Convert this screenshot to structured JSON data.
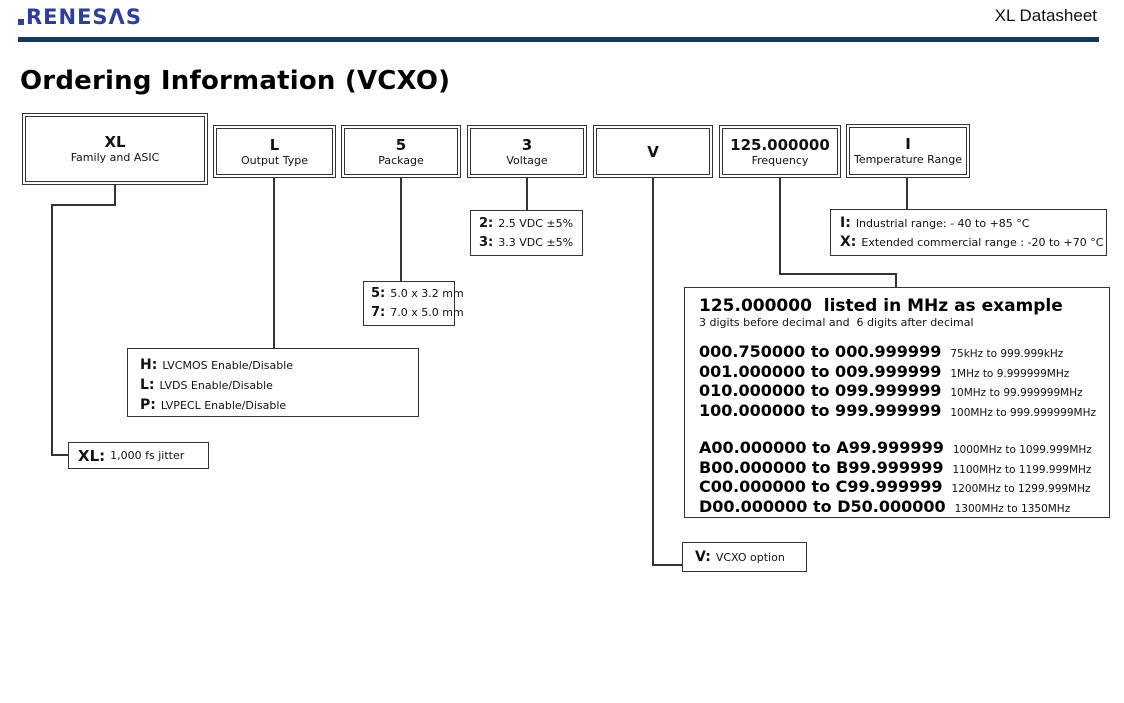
{
  "header": {
    "logo_text": "RENESΛS",
    "doc_title": "XL Datasheet"
  },
  "page_title": "Ordering Information (VCXO)",
  "part_fields": [
    {
      "code": "XL",
      "label": "Family and ASIC"
    },
    {
      "code": "L",
      "label": "Output Type"
    },
    {
      "code": "5",
      "label": "Package"
    },
    {
      "code": "3",
      "label": "Voltage"
    },
    {
      "code": "V",
      "label": ""
    },
    {
      "code": "125.000000",
      "label": "Frequency"
    },
    {
      "code": "I",
      "label": "Temperature Range"
    }
  ],
  "callouts": {
    "family": {
      "key": "XL:",
      "text": "1,000 fs jitter"
    },
    "output_type": {
      "items": [
        {
          "key": "H:",
          "text": "LVCMOS Enable/Disable"
        },
        {
          "key": "L:",
          "text": "LVDS Enable/Disable"
        },
        {
          "key": "P:",
          "text": "LVPECL Enable/Disable"
        }
      ]
    },
    "package": {
      "items": [
        {
          "key": "5:",
          "text": "5.0 x 3.2 mm"
        },
        {
          "key": "7:",
          "text": "7.0 x 5.0 mm"
        }
      ]
    },
    "voltage": {
      "items": [
        {
          "key": "2:",
          "text": "2.5 VDC ±5%"
        },
        {
          "key": "3:",
          "text": "3.3 VDC ±5%"
        }
      ]
    },
    "vcxo": {
      "key": "V:",
      "text": "VCXO option"
    },
    "temperature": {
      "items": [
        {
          "key": "I:",
          "text": "Industrial range: - 40 to +85 °C"
        },
        {
          "key": "X:",
          "text": "Extended commercial range : -20 to +70 °C"
        }
      ]
    },
    "frequency": {
      "title": "125.000000  listed in MHz as example",
      "subtitle": "3 digits before decimal and  6 digits after decimal",
      "ranges": [
        {
          "range": "000.750000 to 000.999999",
          "note": "75kHz to 999.999kHz"
        },
        {
          "range": "001.000000 to 009.999999",
          "note": "1MHz to 9.999999MHz"
        },
        {
          "range": "010.000000 to 099.999999",
          "note": "10MHz to 99.999999MHz"
        },
        {
          "range": "100.000000 to 999.999999",
          "note": "100MHz to 999.999999MHz"
        },
        {
          "range": "A00.000000 to A99.999999",
          "note": "1000MHz to 1099.999MHz"
        },
        {
          "range": "B00.000000 to B99.999999",
          "note": "1100MHz to 1199.999MHz"
        },
        {
          "range": "C00.000000 to C99.999999",
          "note": "1200MHz to 1299.999MHz"
        },
        {
          "range": "D00.000000 to D50.000000",
          "note": "1300MHz to 1350MHz"
        }
      ]
    }
  },
  "colors": {
    "header_rule": "#17365d",
    "logo_blue": "#2e3f9a",
    "line_color": "#333333"
  }
}
